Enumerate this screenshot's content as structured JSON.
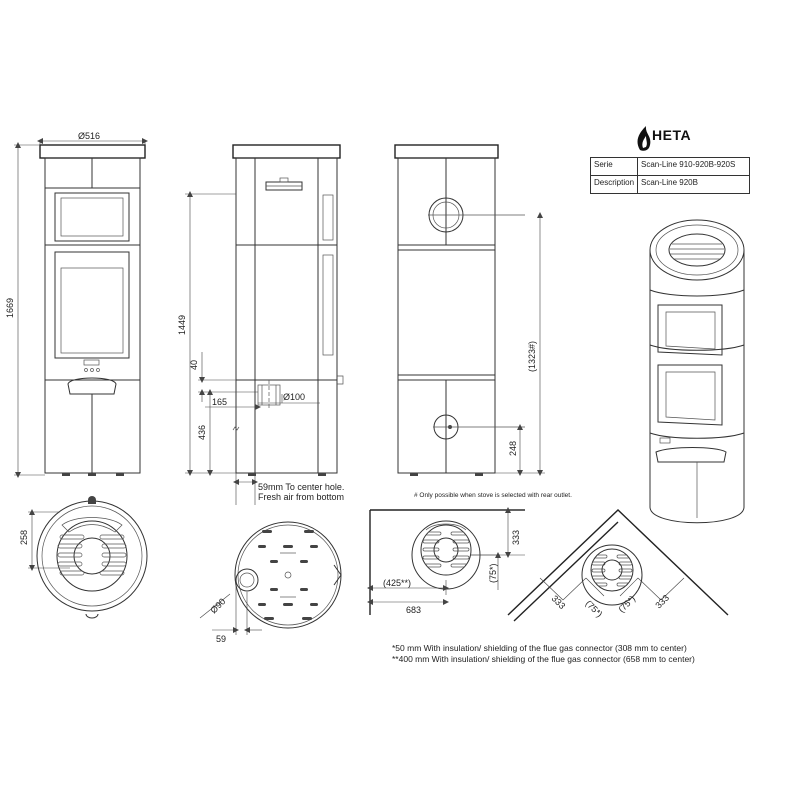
{
  "brand": {
    "name": "HETA",
    "logo_icon": "flame-logo-icon"
  },
  "info_table": {
    "rows": [
      {
        "key": "Serie",
        "value": "Scan-Line 910-920B-920S"
      },
      {
        "key": "Description",
        "value": "Scan-Line 920B"
      }
    ]
  },
  "dimensions": {
    "width": "Ø516",
    "total_height": "1669",
    "height_rear": "1449",
    "offset_40": "40",
    "offset_165": "165",
    "pipe": "Ø100",
    "height_436": "436",
    "rear_outlet": "(1323#)",
    "air_inlet_height": "248",
    "top_258": "258",
    "flue_90": "Ø90",
    "flue_59": "59",
    "wall_333_a": "333",
    "wall_75_a": "(75*)",
    "wall_425": "(425**)",
    "wall_683": "683",
    "corner_333_l": "333",
    "corner_75_l": "(75*)",
    "corner_75_r": "(75*)",
    "corner_333_r": "333"
  },
  "notes": {
    "center_hole": "59mm To center hole.",
    "fresh_air": "Fresh air from bottom",
    "rear_outlet_note": "# Only possible when stove is selected with rear outlet.",
    "insulation_50": "*50 mm With insulation/ shielding of the flue gas connector (308 mm to center)",
    "insulation_400": "**400 mm With insulation/ shielding of the flue gas connector (658 mm to center)"
  }
}
